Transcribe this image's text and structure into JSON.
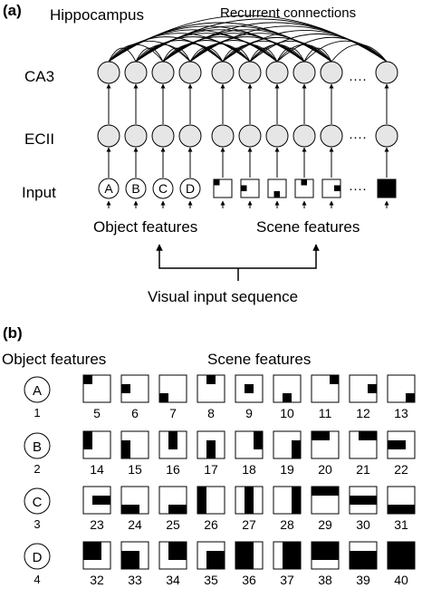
{
  "panel_a": {
    "tag": "(a)",
    "title": "Hippocampus",
    "recurrent_label": "Recurrent connections",
    "rows": {
      "ca3": "CA3",
      "ecii": "ECII",
      "input": "Input"
    },
    "object_letters": [
      "A",
      "B",
      "C",
      "D"
    ],
    "ellipsis": "····",
    "object_features_label": "Object features",
    "scene_features_label": "Scene features",
    "sequence_label": "Visual input sequence",
    "node_fill": "#e6e6e6"
  },
  "panel_b": {
    "tag": "(b)",
    "object_header": "Object features",
    "scene_header": "Scene features",
    "objects": [
      {
        "letter": "A",
        "number": "1"
      },
      {
        "letter": "B",
        "number": "2"
      },
      {
        "letter": "C",
        "number": "3"
      },
      {
        "letter": "D",
        "number": "4"
      }
    ],
    "scene_numbers": [
      [
        "5",
        "6",
        "7",
        "8",
        "9",
        "10",
        "11",
        "12",
        "13"
      ],
      [
        "14",
        "15",
        "16",
        "17",
        "18",
        "19",
        "20",
        "21",
        "22"
      ],
      [
        "23",
        "24",
        "25",
        "26",
        "27",
        "28",
        "29",
        "30",
        "31"
      ],
      [
        "32",
        "33",
        "34",
        "35",
        "36",
        "37",
        "38",
        "39",
        "40"
      ]
    ]
  }
}
